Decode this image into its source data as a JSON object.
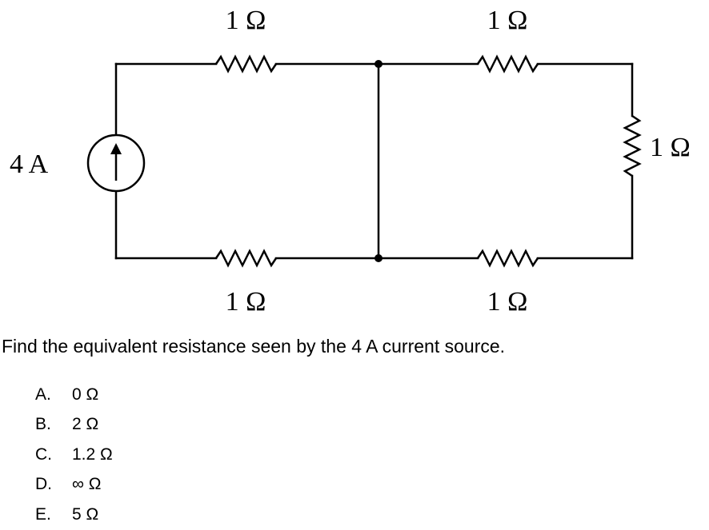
{
  "diagram": {
    "resistor_top_left": "1 Ω",
    "resistor_top_right": "1 Ω",
    "resistor_right": "1 Ω",
    "resistor_bottom_left": "1 Ω",
    "resistor_bottom_right": "1 Ω",
    "source_label": "4 A",
    "source_icon": "arrow-up-icon"
  },
  "question": {
    "text": "Find the equivalent resistance seen by the 4 A current source."
  },
  "options": [
    {
      "letter": "A.",
      "value": "0 Ω"
    },
    {
      "letter": "B.",
      "value": "2 Ω"
    },
    {
      "letter": "C.",
      "value": "1.2 Ω"
    },
    {
      "letter": "D.",
      "value": "∞ Ω"
    },
    {
      "letter": "E.",
      "value": "5 Ω"
    }
  ]
}
